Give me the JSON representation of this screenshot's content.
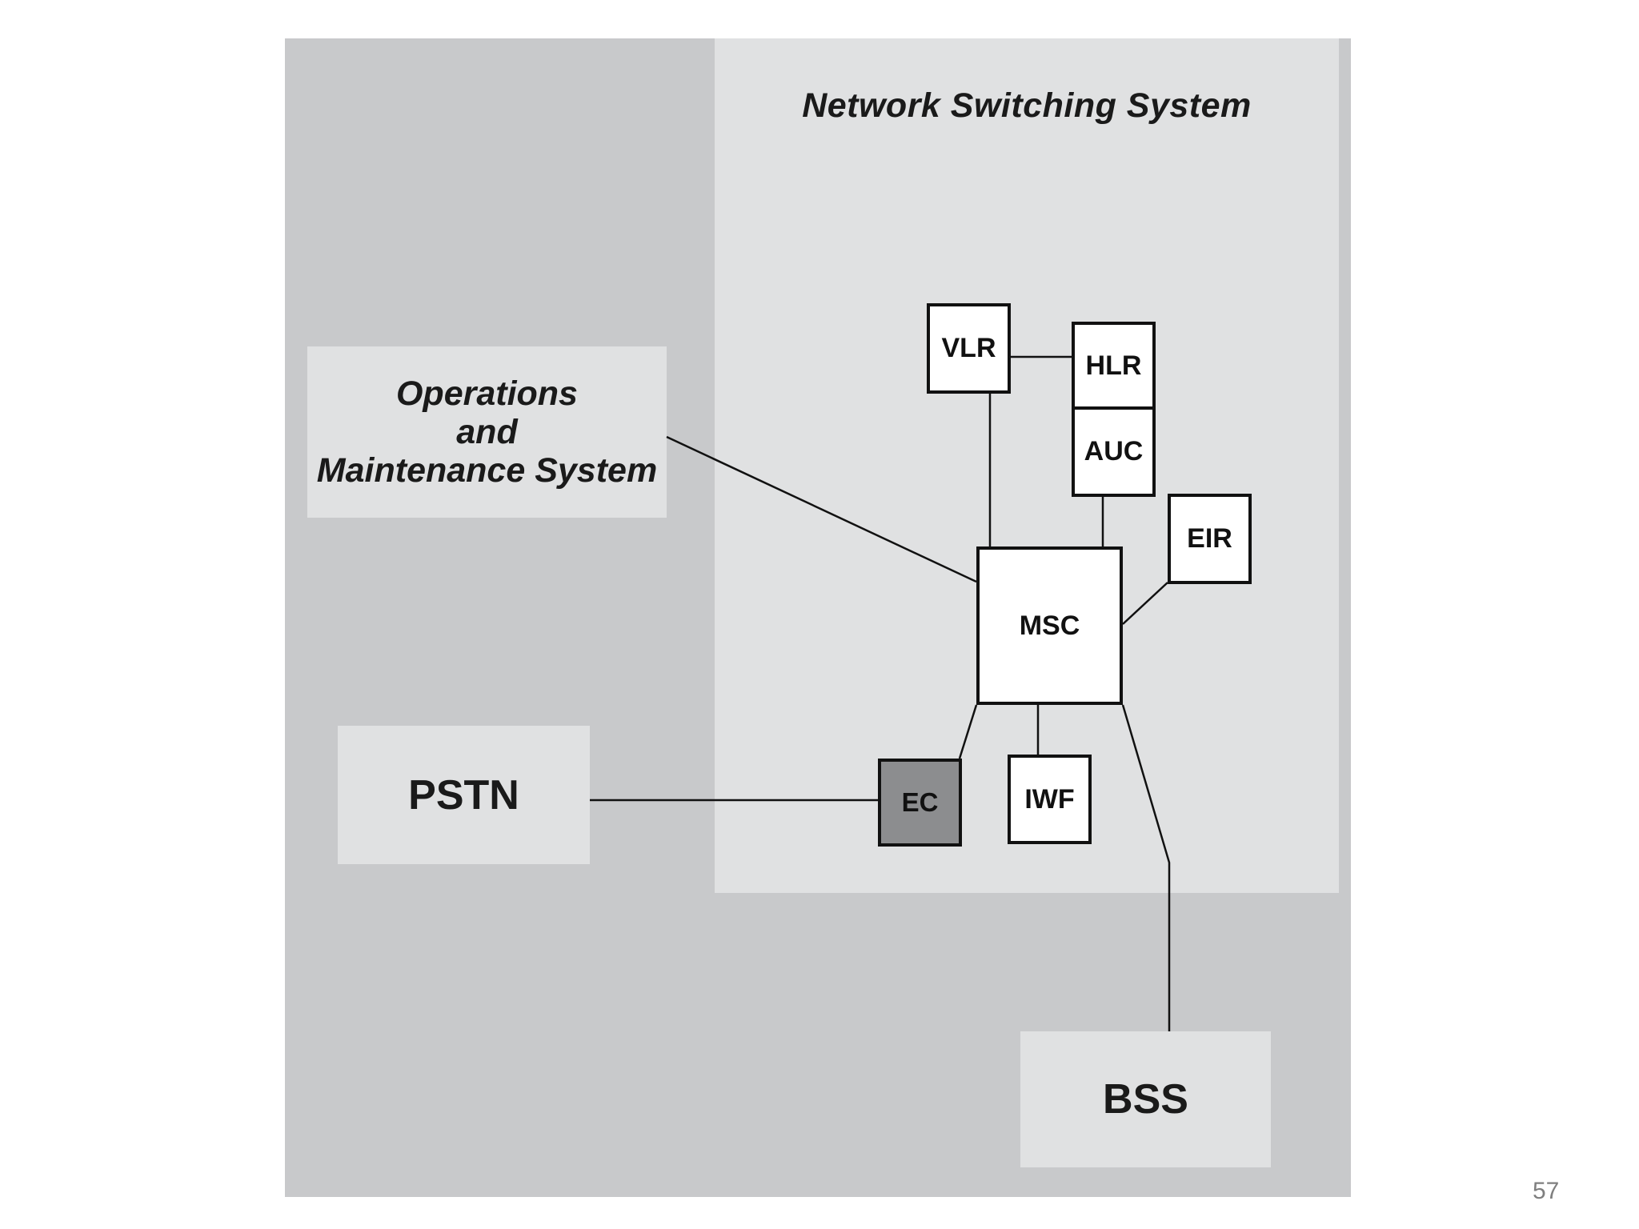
{
  "title": "Network Switching System",
  "external": {
    "oms": [
      "Operations",
      "and",
      "Maintenance System"
    ],
    "pstn": "PSTN",
    "bss": "BSS"
  },
  "nodes": {
    "vlr": "VLR",
    "hlr": "HLR",
    "auc": "AUC",
    "eir": "EIR",
    "msc": "MSC",
    "ec": "EC",
    "iwf": "IWF"
  },
  "colors": {
    "outer_background": "#c8c9cb",
    "nss_background": "#e0e1e2",
    "ec_fill": "#8c8d8f",
    "node_fill": "#ffffff",
    "line": "#111111"
  },
  "links": [
    [
      "VLR",
      "HLR"
    ],
    [
      "VLR",
      "MSC"
    ],
    [
      "HLR",
      "AUC"
    ],
    [
      "AUC",
      "MSC"
    ],
    [
      "EIR",
      "MSC"
    ],
    [
      "Operations and Maintenance System",
      "MSC"
    ],
    [
      "MSC",
      "EC"
    ],
    [
      "MSC",
      "IWF"
    ],
    [
      "MSC",
      "BSS"
    ],
    [
      "PSTN",
      "EC"
    ]
  ],
  "page_number": "57"
}
